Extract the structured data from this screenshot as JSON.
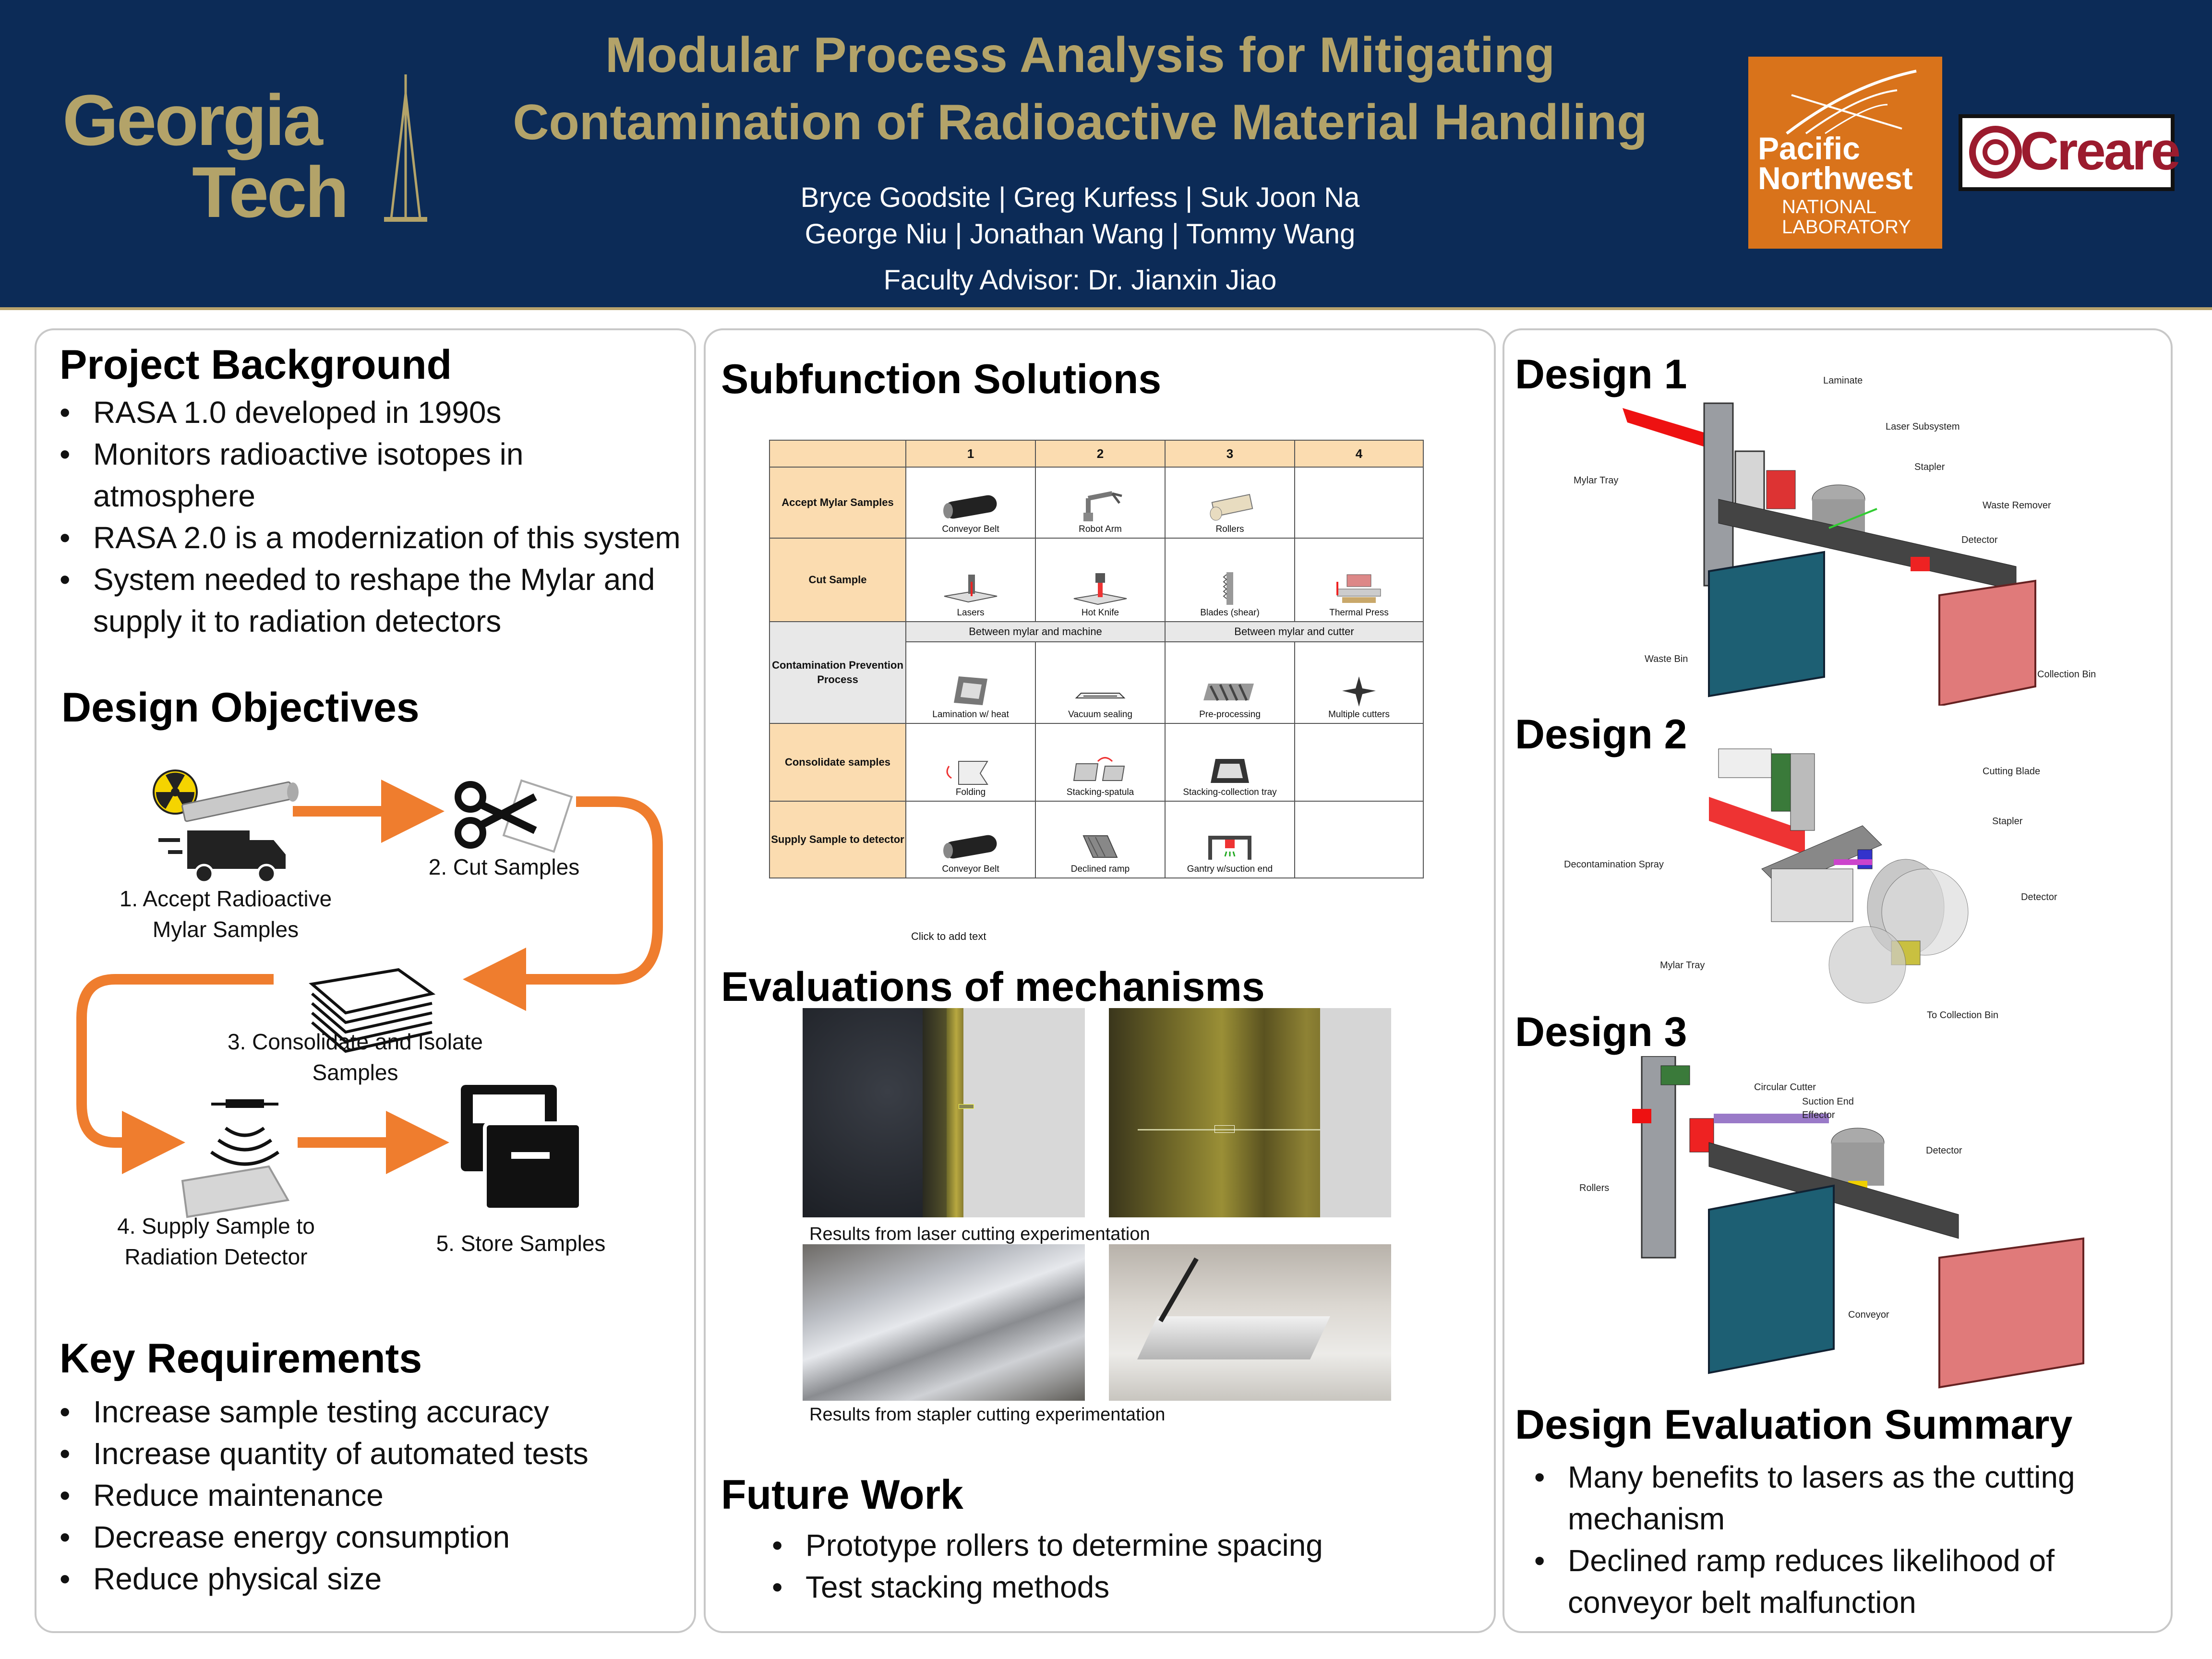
{
  "header": {
    "title_line1": "Modular Process Analysis for Mitigating",
    "title_line2": "Contamination of Radioactive Material Handling",
    "authors_line1": "Bryce Goodsite | Greg Kurfess | Suk Joon Na",
    "authors_line2": "George Niu | Jonathan Wang | Tommy Wang",
    "advisor": "Faculty Advisor: Dr. Jianxin Jiao",
    "logo_gt_line1": "Georgia",
    "logo_gt_line2": "Tech",
    "logo_pnnl_line1": "Pacific",
    "logo_pnnl_line2": "Northwest",
    "logo_pnnl_line3": "NATIONAL",
    "logo_pnnl_line4": "LABORATORY",
    "logo_creare": "Creare"
  },
  "left": {
    "background_title": "Project Background",
    "background_items": [
      "RASA 1.0 developed in 1990s",
      "Monitors radioactive isotopes in atmosphere",
      "RASA 2.0 is a modernization of this system",
      "System needed to reshape the Mylar and supply it to radiation detectors"
    ],
    "objectives_title": "Design Objectives",
    "steps": [
      "1. Accept Radioactive Mylar Samples",
      "2. Cut Samples",
      "3. Consolidate and Isolate Samples",
      "4. Supply Sample to Radiation Detector",
      "5. Store Samples"
    ],
    "requirements_title": "Key Requirements",
    "requirements_items": [
      "Increase sample testing accuracy",
      "Increase quantity of automated tests",
      "Reduce maintenance",
      "Decrease energy consumption",
      "Reduce physical size"
    ]
  },
  "middle": {
    "subfunction_title": "Subfunction Solutions",
    "table": {
      "headers": [
        "1",
        "2",
        "3",
        "4"
      ],
      "rows": [
        {
          "label": "Accept Mylar Samples",
          "cells": [
            "Conveyor Belt",
            "Robot Arm",
            "Rollers",
            ""
          ]
        },
        {
          "label": "Cut Sample",
          "cells": [
            "Lasers",
            "Hot Knife",
            "Blades (shear)",
            "Thermal Press"
          ]
        },
        {
          "label": "Contamination Prevention Process",
          "sub": [
            "Between mylar and machine",
            "Between mylar and cutter"
          ],
          "cells": [
            "Lamination w/ heat",
            "Vacuum sealing",
            "Pre-processing",
            "Multiple cutters"
          ]
        },
        {
          "label": "Consolidate samples",
          "cells": [
            "Folding",
            "Stacking-spatula",
            "Stacking-collection tray",
            ""
          ]
        },
        {
          "label": "Supply Sample to detector",
          "cells": [
            "Conveyor Belt",
            "Declined ramp",
            "Gantry w/suction end",
            ""
          ]
        }
      ]
    },
    "click_to_add": "Click to add text",
    "evaluations_title": "Evaluations of mechanisms",
    "laser_caption": "Results from laser cutting experimentation",
    "stapler_caption": "Results from stapler cutting experimentation",
    "future_title": "Future Work",
    "future_items": [
      "Prototype rollers to determine spacing",
      "Test stacking methods"
    ]
  },
  "right": {
    "design1_title": "Design 1",
    "design1_callouts": [
      "Laminate",
      "Laser Subsystem",
      "Stapler",
      "Mylar Tray",
      "Waste Remover",
      "Detector",
      "Waste Bin",
      "Collection Bin"
    ],
    "design2_title": "Design 2",
    "design2_callouts": [
      "Cutting Blade",
      "Stapler",
      "Decontamination Spray",
      "Detector",
      "Mylar Tray",
      "To Collection Bin"
    ],
    "design3_title": "Design 3",
    "design3_callouts": [
      "Circular Cutter",
      "Suction End",
      "Effector",
      "Detector",
      "Rollers",
      "Conveyor"
    ],
    "summary_title": "Design Evaluation Summary",
    "summary_items": [
      "Many benefits to lasers as the cutting mechanism",
      "Declined ramp reduces likelihood of conveyor belt malfunction"
    ]
  },
  "colors": {
    "header_bg": "#0c2b57",
    "gold": "#b3a369",
    "arrow_orange": "#ef7d2e",
    "table_header": "#fbdcb0",
    "pnnl_orange": "#d9731b",
    "bin_teal": "#1d5f73",
    "bin_red": "#e07a7a"
  }
}
